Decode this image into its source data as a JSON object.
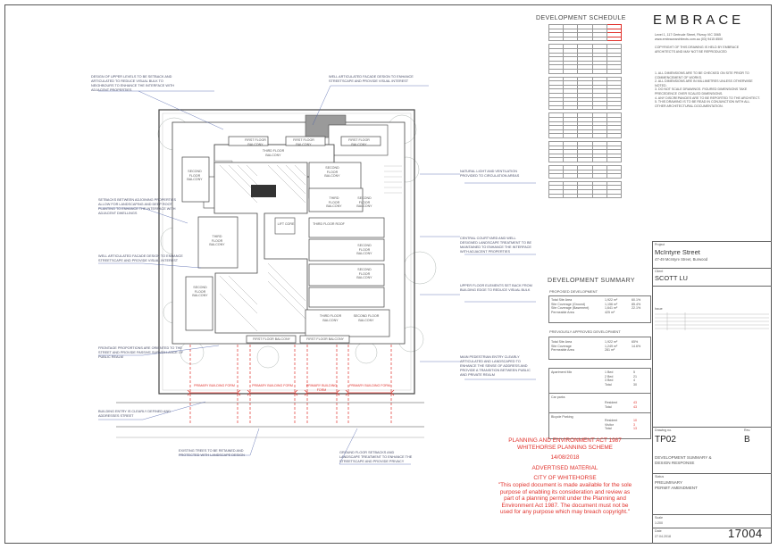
{
  "brand": {
    "logo_text": "EMBRACE",
    "address_lines": [
      "Level 1, 117 Gertrude Street, Fitzroy VIC 3065",
      "www.embracearchitects.com.au  (03) 9415 8500"
    ],
    "copyright_lines": [
      "COPYRIGHT OF THIS DRAWING IS HELD BY EMBRACE",
      "ARCHITECTS AND MAY NOT BE REPRODUCED"
    ]
  },
  "schedule": {
    "title": "DEVELOPMENT SCHEDULE",
    "groups": [
      {
        "rows": 4,
        "highlight": true
      },
      {
        "rows": 7
      },
      {
        "rows": 8
      },
      {
        "rows": 6
      },
      {
        "rows": 5
      },
      {
        "rows": 3
      },
      {
        "rows": 4
      }
    ]
  },
  "general_notes": [
    "1. ALL DIMENSIONS ARE TO BE CHECKED ON SITE PRIOR TO",
    "   COMMENCEMENT OF WORKS.",
    "2. ALL DIMENSIONS ARE IN MILLIMETRES UNLESS OTHERWISE NOTED.",
    "3. DO NOT SCALE DRAWINGS. FIGURED DIMENSIONS TAKE",
    "   PRECEDENCE OVER SCALED DIMENSIONS.",
    "4. ANY DISCREPANCIES ARE TO BE REPORTED TO THE ARCHITECT.",
    "5. THIS DRAWING IS TO BE READ IN CONJUNCTION WITH ALL",
    "   OTHER ARCHITECTURAL DOCUMENTATION."
  ],
  "summary": {
    "title": "DEVELOPMENT SUMMARY",
    "existing": {
      "title": "PROPOSED DEVELOPMENT",
      "rows": [
        "Total Site Area",
        "Site Coverage (Ground)",
        "Site Coverage (Basement)",
        "Permeable Area"
      ],
      "values": [
        "1,922 m²",
        "1,156 m²",
        "1,641 m²",
        "425 m²"
      ],
      "pcts": [
        "",
        "60.1%",
        "85.4%",
        "22.1%"
      ]
    },
    "proposed": {
      "title": "PREVIOUSLY APPROVED DEVELOPMENT",
      "rows": [
        "Total Site Area",
        "Site Coverage",
        "Permeable Area"
      ],
      "values": [
        "1,922 m²",
        "1,249 m²",
        "281 m²"
      ],
      "pcts": [
        "",
        "65%",
        "14.6%"
      ]
    },
    "apartment_mix": {
      "label": "Apartment Mix",
      "items": [
        "1 Bed",
        "2 Bed",
        "3 Bed",
        "Total"
      ],
      "values": [
        "5",
        "21",
        "4",
        "30"
      ]
    },
    "car_parks": {
      "label": "Car parks",
      "items": [
        "Resident",
        "Total"
      ],
      "values": [
        "43",
        "43"
      ]
    },
    "bicycle": {
      "label": "Bicycle Parking",
      "items": [
        "Resident",
        "Visitor",
        "Total"
      ],
      "values": [
        "10",
        "3",
        "13"
      ]
    }
  },
  "legend": {
    "act": "PLANNING AND ENVIRONMENT ACT 1987",
    "scheme": "WHITEHORSE PLANNING SCHEME",
    "date": "14/08/2018",
    "advertised": "ADVERTISED MATERIAL",
    "city": "CITY OF WHITEHORSE",
    "copy": [
      "\"This copied document is made available for the sole",
      "purpose of enabling its consideration and review as",
      "part of a planning permit under the Planning and",
      "Environment Act 1987. The document must not be",
      "used for any purpose which may breach copyright.\""
    ]
  },
  "title_block": {
    "project_label": "Project",
    "project_name": "McIntyre Street",
    "project_address": "47-49 McIntyre Street, Burwood",
    "client_label": "Client",
    "client": "SCOTT LU",
    "issue_label": "Issue",
    "drawing_label": "Drawing no.",
    "drawing_no": "TP02",
    "revision_label": "Rev.",
    "revision": "B",
    "drawing_title": [
      "DEVELOPMENT SUMMARY &",
      "DESIGN RESPONSE"
    ],
    "status_label": "Status",
    "status": [
      "PRELIMINARY",
      "PERMIT AMENDMENT"
    ],
    "scale_label": "Scale",
    "scale": "1:200",
    "date_label": "Date",
    "date": "27.04.2018",
    "job_no": "17004"
  },
  "plan": {
    "labels": {
      "first_floor_balcony": "FIRST FLOOR BALCONY",
      "second_floor_balcony": "SECOND FLOOR BALCONY",
      "third_floor_balcony": "THIRD FLOOR BALCONY",
      "third_floor_roof": "THIRD FLOOR ROOF",
      "lift_core": "LIFT CORE",
      "primary_building_form": "PRIMARY BUILDING FORM"
    }
  },
  "annotations": {
    "left": [
      "DESIGN OF UPPER LEVELS TO BE SETBACK AND ARTICULATED TO REDUCE VISUAL BULK TO NEIGHBOURS TO ENHANCE THE INTERFACE WITH ADJACENT PROPERTIES",
      "SETBACKS BETWEEN ADJOINING PROPERTIES ALLOW FOR LANDSCAPING AND DEEP ROOT PLANTING TO ENHANCE THE INTERFACE WITH ADJACENT DWELLINGS",
      "WELL ARTICULATED FACADE DESIGN TO ENHANCE STREETSCAPE AND PROVIDE VISUAL INTEREST",
      "FRONTAGE PROPORTIONS ARE ORIENTED TO THE STREET AND PROVIDE PASSIVE SURVEILLANCE OF PUBLIC REALM",
      "BUILDING ENTRY IS CLEARLY DEFINED AND ADDRESSES STREET"
    ],
    "right": [
      "WELL ARTICULATED FACADE DESIGN TO ENHANCE STREETSCAPE AND PROVIDE VISUAL INTEREST",
      "NATURAL LIGHT AND VENTILATION PROVIDED TO CIRCULATION AREAS",
      "CENTRAL COURTYARD AND WELL DESIGNED LANDSCAPE TREATMENT TO BE MAINTAINED TO ENHANCE THE INTERFACE WITH ADJACENT PROPERTIES",
      "UPPER FLOOR ELEMENTS SET BACK FROM BUILDING EDGE TO REDUCE VISUAL BULK",
      "MAIN PEDESTRIAN ENTRY CLEARLY ARTICULATED AND LANDSCAPED TO ENHANCE THE SENSE OF ADDRESS AND PROVIDE A TRANSITION BETWEEN PUBLIC AND PRIVATE REALM"
    ],
    "bottom": [
      "EXISTING TREES TO BE RETAINED AND PROTECTED WITH LANDSCAPE DESIGN",
      "GROUND FLOOR SETBACKS AND LANDSCAPE TREATMENT TO ENHANCE THE STREETSCAPE AND PROVIDE PRIVACY"
    ]
  },
  "colors": {
    "accent_red": "#e0312b",
    "annotation_blue": "#4a5ea8",
    "line_gray": "#555555"
  }
}
